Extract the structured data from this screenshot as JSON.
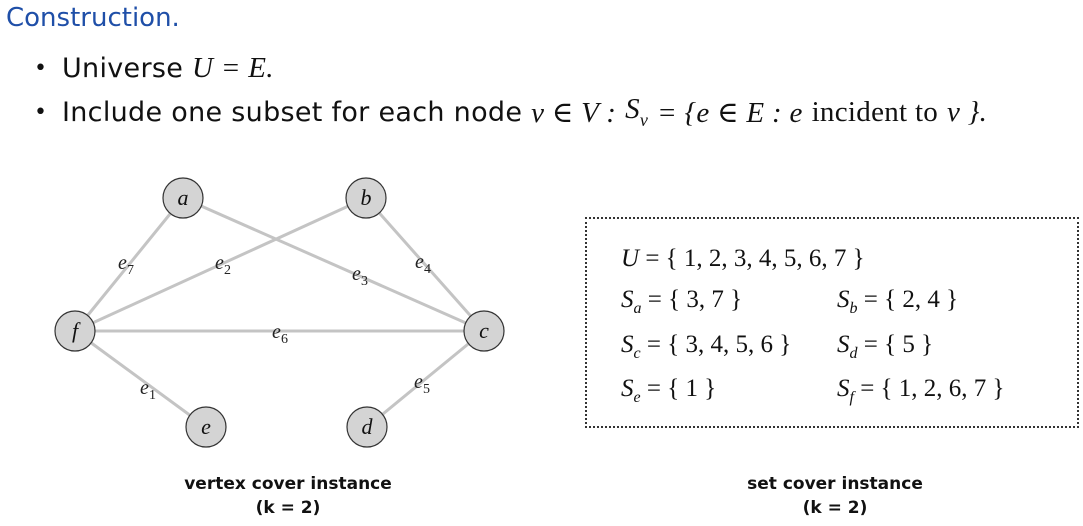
{
  "heading": "Construction.",
  "bullets": [
    {
      "text": "Universe",
      "math": "U = E."
    },
    {
      "text": "Include one subset for each node",
      "math_a": "v ∈ V :",
      "math_b": "S",
      "math_b_sub": "v",
      "math_c": "= {e ∈ E : e",
      "roman": "incident to",
      "math_d": "v }."
    }
  ],
  "graph": {
    "nodes": [
      {
        "id": "a",
        "label": "a"
      },
      {
        "id": "b",
        "label": "b"
      },
      {
        "id": "c",
        "label": "c"
      },
      {
        "id": "d",
        "label": "d"
      },
      {
        "id": "e",
        "label": "e"
      },
      {
        "id": "f",
        "label": "f"
      }
    ],
    "edges": [
      {
        "id": "e7",
        "from": "a",
        "to": "f",
        "label": "e",
        "sub": "7"
      },
      {
        "id": "e2",
        "from": "b",
        "to": "f",
        "label": "e",
        "sub": "2"
      },
      {
        "id": "e3",
        "from": "a",
        "to": "c",
        "label": "e",
        "sub": "3"
      },
      {
        "id": "e4",
        "from": "b",
        "to": "c",
        "label": "e",
        "sub": "4"
      },
      {
        "id": "e6",
        "from": "f",
        "to": "c",
        "label": "e",
        "sub": "6"
      },
      {
        "id": "e1",
        "from": "f",
        "to": "e",
        "label": "e",
        "sub": "1"
      },
      {
        "id": "e5",
        "from": "d",
        "to": "c",
        "label": "e",
        "sub": "5"
      }
    ],
    "colors": {
      "node_fill": "#d4d4d4",
      "node_stroke": "#333333",
      "edge": "#c4c4c4"
    }
  },
  "sets": {
    "universe": {
      "name": "U",
      "value": "= { 1, 2, 3, 4, 5, 6, 7 }"
    },
    "subsets": [
      {
        "name": "S",
        "sub": "a",
        "value": "= { 3, 7 }"
      },
      {
        "name": "S",
        "sub": "b",
        "value": "= { 2, 4 }"
      },
      {
        "name": "S",
        "sub": "c",
        "value": "= { 3, 4, 5, 6 }"
      },
      {
        "name": "S",
        "sub": "d",
        "value": "= { 5 }"
      },
      {
        "name": "S",
        "sub": "e",
        "value": "= { 1 }"
      },
      {
        "name": "S",
        "sub": "f",
        "value": "= { 1, 2, 6, 7 }"
      }
    ]
  },
  "captions": {
    "vertex_cover": {
      "title": "vertex cover instance",
      "param": "(k = 2)"
    },
    "set_cover": {
      "title": "set cover instance",
      "param": "(k = 2)"
    }
  }
}
